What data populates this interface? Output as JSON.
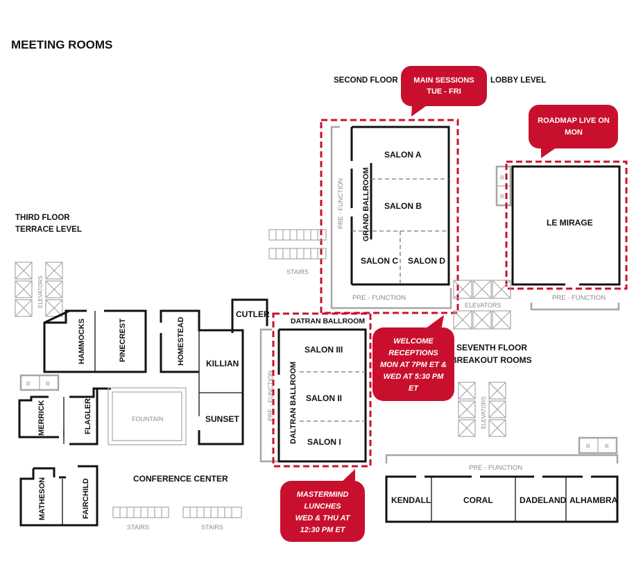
{
  "title": "MEETING ROOMS",
  "floors": {
    "second_floor": "SECOND FLOOR",
    "lobby_level": "LOBBY LEVEL",
    "third_floor": "THIRD FLOOR",
    "terrace_level": "TERRACE LEVEL",
    "seventh_floor": "SEVENTH FLOOR",
    "breakout_rooms": "BREAKOUT ROOMS",
    "conference_center": "CONFERENCE CENTER"
  },
  "callouts": {
    "main_sessions": [
      "MAIN SESSIONS",
      "TUE - FRI"
    ],
    "roadmap_live": [
      "ROADMAP LIVE ON",
      "MON"
    ],
    "welcome_receptions": [
      "WELCOME",
      "RECEPTIONS",
      "MON AT 7PM ET &",
      "WED AT 5:30 PM",
      "ET"
    ],
    "mastermind_lunches": [
      "MASTERMIND",
      "LUNCHES",
      "WED & THU AT",
      "12:30 PM ET"
    ]
  },
  "rooms": {
    "grand_ballroom": "GRAND BALLROOM",
    "salon_a": "SALON A",
    "salon_b": "SALON B",
    "salon_c": "SALON C",
    "salon_d": "SALON D",
    "le_mirage": "LE MIRAGE",
    "cutler": "CUTLER",
    "datran_ballroom_header": "DATRAN BALLROOM",
    "daltran_ballroom": "DALTRAN BALLROOM",
    "salon_iii": "SALON III",
    "salon_ii": "SALON II",
    "salon_i": "SALON I",
    "hammocks": "HAMMOCKS",
    "pinecrest": "PINECREST",
    "homestead": "HOMESTEAD",
    "killian": "KILLIAN",
    "sunset": "SUNSET",
    "merrick": "MERRICK",
    "flagler": "FLAGLER",
    "fountain": "FOUNTAIN",
    "matheson": "MATHESON",
    "fairchild": "FAIRCHILD",
    "kendall": "KENDALL",
    "coral": "CORAL",
    "dadeland": "DADELAND",
    "alhambra": "ALHAMBRA"
  },
  "labels": {
    "pre_function": "PRE - FUNCTION",
    "stairs": "STAIRS",
    "elevators": "ELEVATORS",
    "restroom": "R"
  },
  "colors": {
    "accent_red": "#c8102e",
    "wall": "#111111",
    "secondary_gray": "#a6a6a6"
  }
}
